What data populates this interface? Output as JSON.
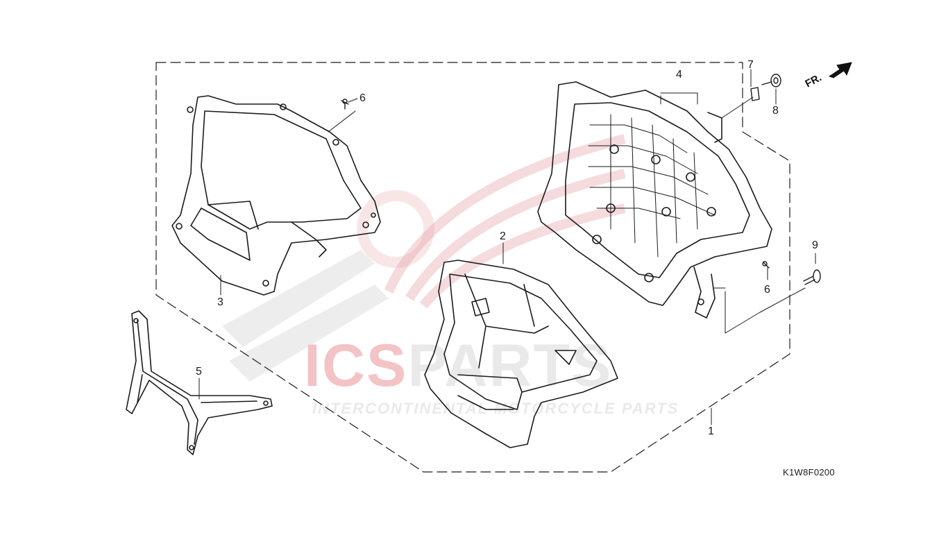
{
  "diagram": {
    "code": "K1W8F0200",
    "direction_label": "FR.",
    "callouts": [
      {
        "id": "1",
        "text": "1"
      },
      {
        "id": "2",
        "text": "2"
      },
      {
        "id": "3",
        "text": "3"
      },
      {
        "id": "4",
        "text": "4"
      },
      {
        "id": "5",
        "text": "5"
      },
      {
        "id": "6a",
        "text": "6"
      },
      {
        "id": "6b",
        "text": "6"
      },
      {
        "id": "7",
        "text": "7"
      },
      {
        "id": "8",
        "text": "8"
      },
      {
        "id": "9",
        "text": "9"
      }
    ]
  },
  "watermark": {
    "brand_red": "ICS",
    "brand_grey": "PARTS",
    "tagline": "INTERCONTINENTAL MOTORCYCLE PARTS",
    "colors": {
      "red": "#f3c3c6",
      "grey": "#e9e9e9"
    }
  }
}
